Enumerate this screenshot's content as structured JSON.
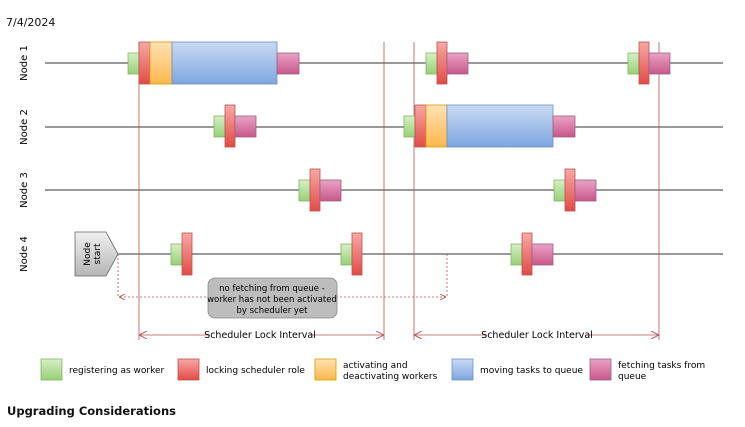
{
  "date": "7/4/2024",
  "section_heading": "Upgrading Considerations",
  "nodes": [
    {
      "label": "Node 1"
    },
    {
      "label": "Node 2"
    },
    {
      "label": "Node 3"
    },
    {
      "label": "Node 4"
    }
  ],
  "node_start": {
    "line1": "Node",
    "line2": "start"
  },
  "note": {
    "line1": "no fetching from queue -",
    "line2": "worker has not been activated",
    "line3": "by scheduler yet"
  },
  "intervals": [
    {
      "label": "Scheduler Lock Interval"
    },
    {
      "label": "Scheduler Lock Interval"
    }
  ],
  "legend": [
    {
      "key": "register",
      "label1": "registering as worker",
      "label2": ""
    },
    {
      "key": "lock",
      "label1": "locking scheduler role",
      "label2": ""
    },
    {
      "key": "activate",
      "label1": "activating and",
      "label2": "deactivating workers"
    },
    {
      "key": "move",
      "label1": "moving tasks to queue",
      "label2": ""
    },
    {
      "key": "fetch",
      "label1": "fetching tasks from",
      "label2": "queue"
    }
  ],
  "colors": {
    "register": "#b9e0a5",
    "lock": "#ea6b66",
    "activate": "#ffcc80",
    "move": "#a9c4eb",
    "fetch": "#d5739d",
    "interval_line": "#b85450",
    "dashed": "#b85450"
  }
}
